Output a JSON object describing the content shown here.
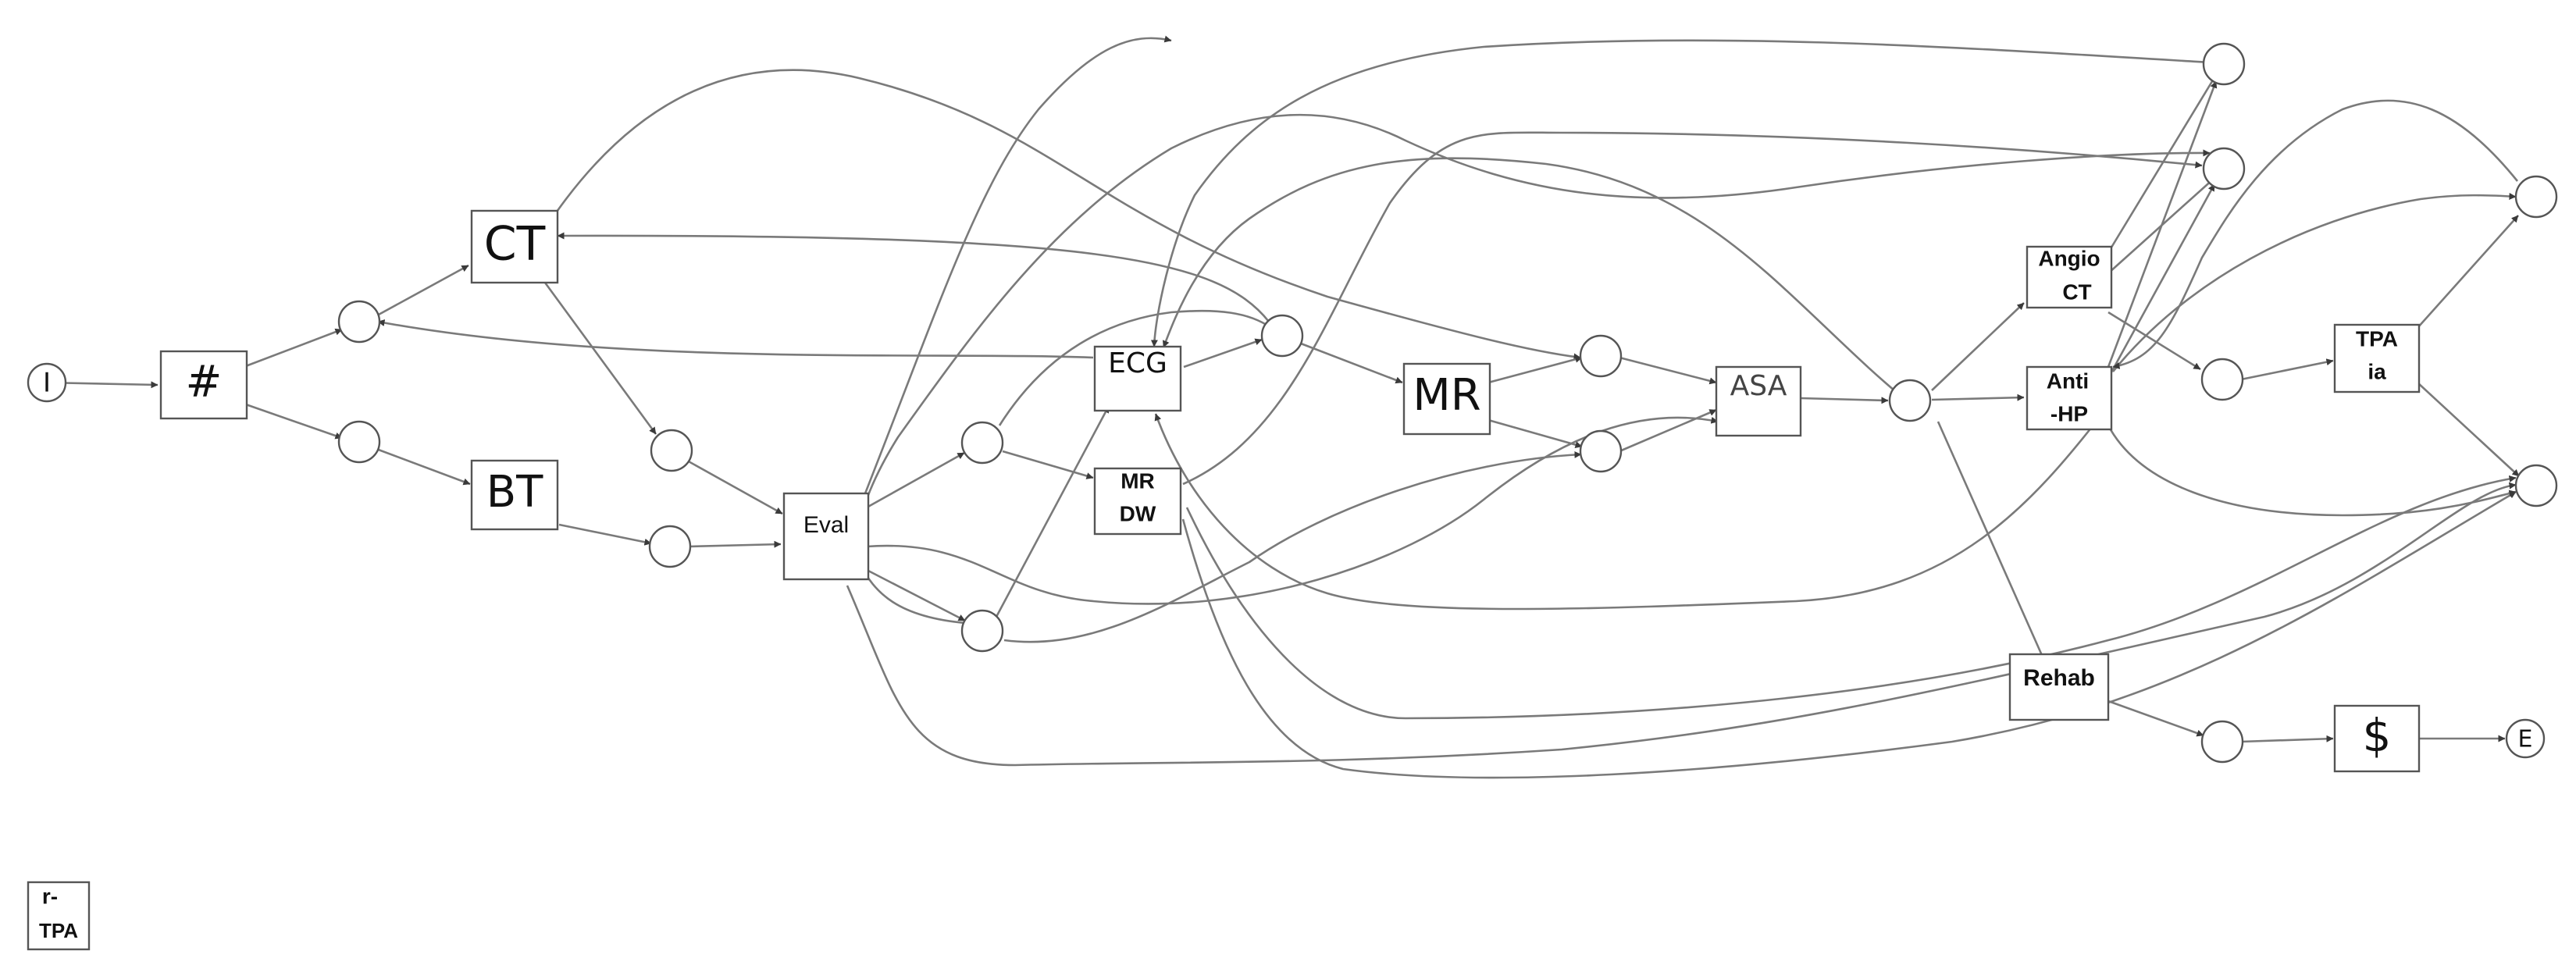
{
  "diagram": {
    "start_marker": "I",
    "end_marker": "E",
    "transitions": [
      {
        "id": "hash",
        "label": [
          "#"
        ]
      },
      {
        "id": "ct",
        "label": [
          "CT"
        ]
      },
      {
        "id": "bt",
        "label": [
          "BT"
        ]
      },
      {
        "id": "eval",
        "label": [
          "Eval"
        ]
      },
      {
        "id": "ecg",
        "label": [
          "ECG"
        ]
      },
      {
        "id": "mrdw",
        "label": [
          "MR",
          "DW"
        ]
      },
      {
        "id": "mr",
        "label": [
          "MR"
        ]
      },
      {
        "id": "asa",
        "label": [
          "ASA"
        ]
      },
      {
        "id": "angio",
        "label": [
          "Angio",
          "CT"
        ]
      },
      {
        "id": "antihp",
        "label": [
          "Anti",
          "-HP"
        ]
      },
      {
        "id": "tpaia",
        "label": [
          "TPA",
          "ia"
        ]
      },
      {
        "id": "rehab",
        "label": [
          "Rehab"
        ]
      },
      {
        "id": "dollar",
        "label": [
          "$"
        ]
      },
      {
        "id": "rtpa",
        "label": [
          "r-",
          "TPA"
        ]
      }
    ]
  }
}
